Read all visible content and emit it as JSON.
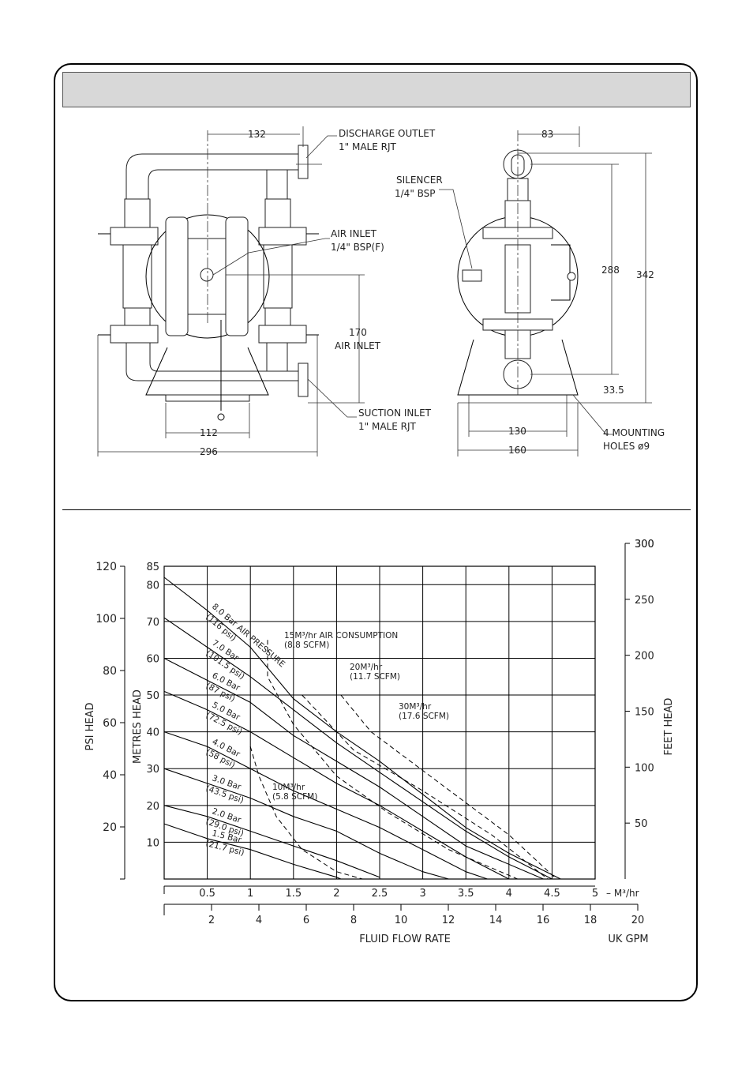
{
  "drawings": {
    "front": {
      "dim_top": "132",
      "discharge_line1": "DISCHARGE OUTLET",
      "discharge_line2": "1\" MALE RJT",
      "air_inlet_line1": "AIR INLET",
      "air_inlet_line2": "1/4\" BSP(F)",
      "dim_air_height": "170",
      "dim_air_label": "AIR INLET",
      "suction_line1": "SUCTION INLET",
      "suction_line2": "1\" MALE RJT",
      "dim_base": "112",
      "dim_overall": "296"
    },
    "side": {
      "dim_top": "83",
      "silencer_line1": "SILENCER",
      "silencer_line2": "1/4\" BSP",
      "dim_288": "288",
      "dim_342": "342",
      "dim_33_5": "33.5",
      "dim_130": "130",
      "dim_160": "160",
      "holes_line1": "4 MOUNTING",
      "holes_line2": "HOLES ø9"
    }
  },
  "chart_data": {
    "type": "line",
    "x_unit_primary": "M³/hr",
    "x_ticks_primary": [
      "0.5",
      "1",
      "1.5",
      "2",
      "2.5",
      "3",
      "3.5",
      "4",
      "4.5",
      "5"
    ],
    "x_ticks_secondary": [
      "2",
      "4",
      "6",
      "8",
      "10",
      "12",
      "14",
      "16",
      "18",
      "20"
    ],
    "x_unit_secondary": "UK GPM",
    "xlabel": "FLUID FLOW RATE",
    "y_left_outer_label": "PSI HEAD",
    "y_left_outer_ticks": [
      "20",
      "40",
      "60",
      "80",
      "100",
      "120"
    ],
    "y_left_inner_label": "METRES HEAD",
    "y_left_inner_ticks": [
      "10",
      "20",
      "30",
      "40",
      "50",
      "60",
      "70",
      "80",
      "85"
    ],
    "y_right_label": "FEET HEAD",
    "y_right_ticks": [
      "50",
      "100",
      "150",
      "200",
      "250",
      "300"
    ],
    "xlim": [
      0,
      5
    ],
    "ylim": [
      0,
      85
    ],
    "series": [
      {
        "name": "8.0 Bar AIR PRESSURE",
        "label_line2": "(116 psi)",
        "points": [
          [
            0,
            82
          ],
          [
            0.5,
            73
          ],
          [
            1,
            63
          ],
          [
            1.5,
            49
          ],
          [
            2,
            40
          ],
          [
            2.5,
            32
          ],
          [
            3,
            23
          ],
          [
            3.5,
            14
          ],
          [
            4,
            7
          ],
          [
            4.6,
            0
          ]
        ]
      },
      {
        "name": "7.0 Bar",
        "label_line2": "(101.5 psi)",
        "points": [
          [
            0,
            71
          ],
          [
            0.5,
            63
          ],
          [
            1,
            55
          ],
          [
            1.5,
            46
          ],
          [
            2,
            37
          ],
          [
            2.5,
            29
          ],
          [
            3,
            21
          ],
          [
            3.5,
            13
          ],
          [
            4,
            6
          ],
          [
            4.5,
            0
          ]
        ]
      },
      {
        "name": "6.0 Bar",
        "label_line2": "(87 psi)",
        "points": [
          [
            0,
            60
          ],
          [
            0.5,
            54
          ],
          [
            1,
            48
          ],
          [
            1.5,
            39
          ],
          [
            2,
            32
          ],
          [
            2.5,
            25
          ],
          [
            3,
            17
          ],
          [
            3.5,
            9
          ],
          [
            4.4,
            0
          ]
        ]
      },
      {
        "name": "5.0 Bar",
        "label_line2": "(72.5 psi)",
        "points": [
          [
            0,
            51
          ],
          [
            0.5,
            46
          ],
          [
            1,
            40
          ],
          [
            1.5,
            33
          ],
          [
            2,
            26
          ],
          [
            2.5,
            20
          ],
          [
            3,
            13
          ],
          [
            3.5,
            6
          ],
          [
            4,
            0
          ]
        ]
      },
      {
        "name": "4.0 Bar",
        "label_line2": "(58 psi)",
        "points": [
          [
            0,
            40
          ],
          [
            0.5,
            36
          ],
          [
            1,
            30
          ],
          [
            1.5,
            24
          ],
          [
            2,
            19
          ],
          [
            2.5,
            14
          ],
          [
            3,
            8
          ],
          [
            3.5,
            2
          ],
          [
            3.75,
            0
          ]
        ]
      },
      {
        "name": "3.0 Bar",
        "label_line2": "(43.5 psi)",
        "points": [
          [
            0,
            30
          ],
          [
            0.5,
            26
          ],
          [
            1,
            22
          ],
          [
            1.5,
            17
          ],
          [
            2,
            13
          ],
          [
            2.5,
            7
          ],
          [
            3,
            2
          ],
          [
            3.3,
            0
          ]
        ]
      },
      {
        "name": "2.0 Bar",
        "label_line2": "(29.0 psi)",
        "points": [
          [
            0,
            20
          ],
          [
            0.5,
            17
          ],
          [
            1,
            13
          ],
          [
            1.5,
            9
          ],
          [
            2,
            5
          ],
          [
            2.5,
            0.5
          ],
          [
            2.5,
            0
          ]
        ]
      },
      {
        "name": "1.5 Bar",
        "label_line2": "(21.7 psi)",
        "points": [
          [
            0,
            15
          ],
          [
            0.5,
            11
          ],
          [
            1,
            8
          ],
          [
            1.5,
            4
          ],
          [
            2,
            0.5
          ],
          [
            2.05,
            0
          ]
        ]
      }
    ],
    "air_consumption": [
      {
        "label": "10M³/hr",
        "label_line2": "(5.8 SCFM)",
        "points": [
          [
            1,
            36
          ],
          [
            1.1,
            28
          ],
          [
            1.3,
            17
          ],
          [
            1.6,
            8
          ],
          [
            2,
            2
          ],
          [
            2.3,
            0
          ]
        ]
      },
      {
        "label": "15M³/hr AIR CONSUMPTION",
        "label_line2": "(8.8 SCFM)",
        "points": [
          [
            1.2,
            65
          ],
          [
            1.2,
            55
          ],
          [
            1.5,
            42
          ],
          [
            2,
            28
          ],
          [
            2.6,
            18
          ],
          [
            3.3,
            8
          ],
          [
            4.1,
            0
          ]
        ]
      },
      {
        "label": "20M³/hr",
        "label_line2": "(11.7 SCFM)",
        "points": [
          [
            1.6,
            50
          ],
          [
            2.2,
            35
          ],
          [
            3,
            24
          ],
          [
            3.8,
            12
          ],
          [
            4.45,
            0
          ]
        ]
      },
      {
        "label": "30M³/hr",
        "label_line2": "(17.6 SCFM)",
        "points": [
          [
            2.05,
            50
          ],
          [
            2.4,
            40
          ],
          [
            3.2,
            26
          ],
          [
            4,
            12
          ],
          [
            4.55,
            0
          ]
        ]
      }
    ]
  }
}
